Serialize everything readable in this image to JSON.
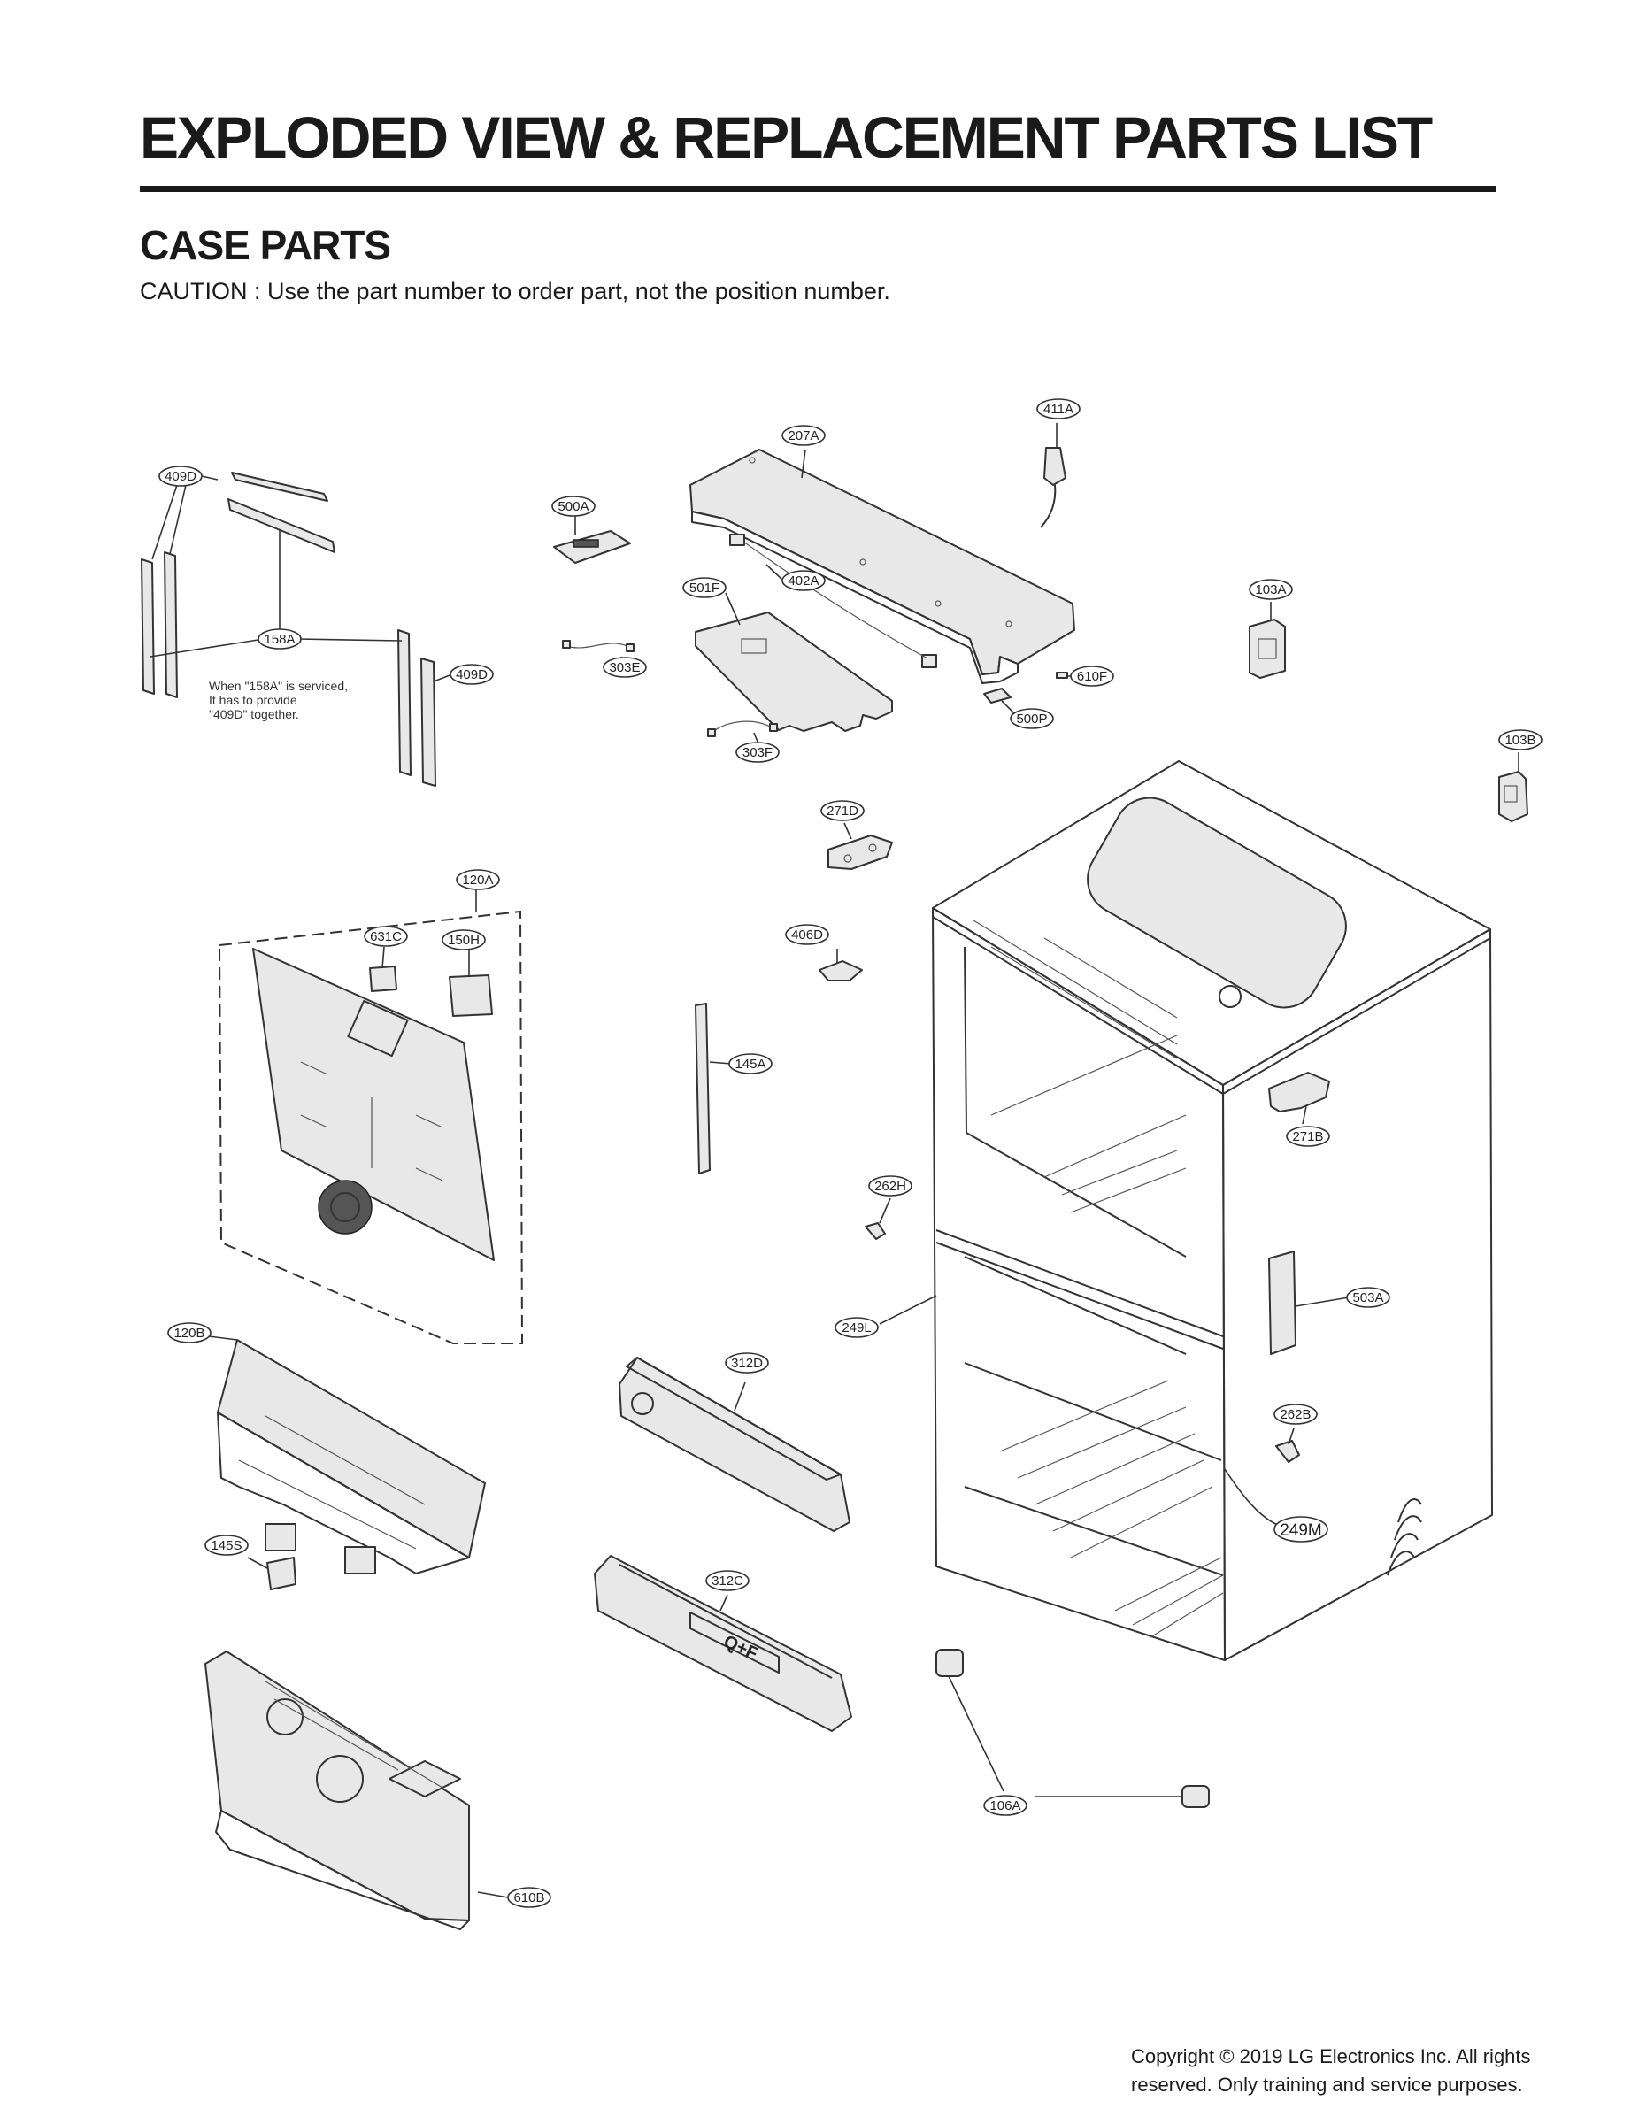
{
  "header": {
    "title": "EXPLODED VIEW & REPLACEMENT PARTS LIST",
    "subtitle": "CASE PARTS",
    "caution": "CAUTION : Use the part number to order part, not the position number."
  },
  "diagram": {
    "note_lines": [
      "When \"158A\" is serviced,",
      "It has to provide",
      "\"409D\" together."
    ],
    "labels": {
      "c409D_top": "409D",
      "c158A": "158A",
      "c409D_right": "409D",
      "c500A": "500A",
      "c207A": "207A",
      "c411A": "411A",
      "c402A": "402A",
      "c501F": "501F",
      "c303E": "303E",
      "c303F": "303F",
      "c610F": "610F",
      "c500P": "500P",
      "c103A": "103A",
      "c103B": "103B",
      "c271D": "271D",
      "c120A": "120A",
      "c631C": "631C",
      "c150H": "150H",
      "c406D": "406D",
      "c145A": "145A",
      "c262H": "262H",
      "c271B": "271B",
      "c503A": "503A",
      "c249L": "249L",
      "c120B": "120B",
      "c312D": "312D",
      "c262B": "262B",
      "c249M": "249M",
      "c145S": "145S",
      "c312C": "312C",
      "c106A": "106A",
      "c610B": "610B"
    },
    "cover_marking": "Q+F"
  },
  "footer": {
    "copyright_line1": "Copyright © 2019  LG Electronics Inc. All rights",
    "copyright_line2": "reserved. Only training and service purposes."
  }
}
